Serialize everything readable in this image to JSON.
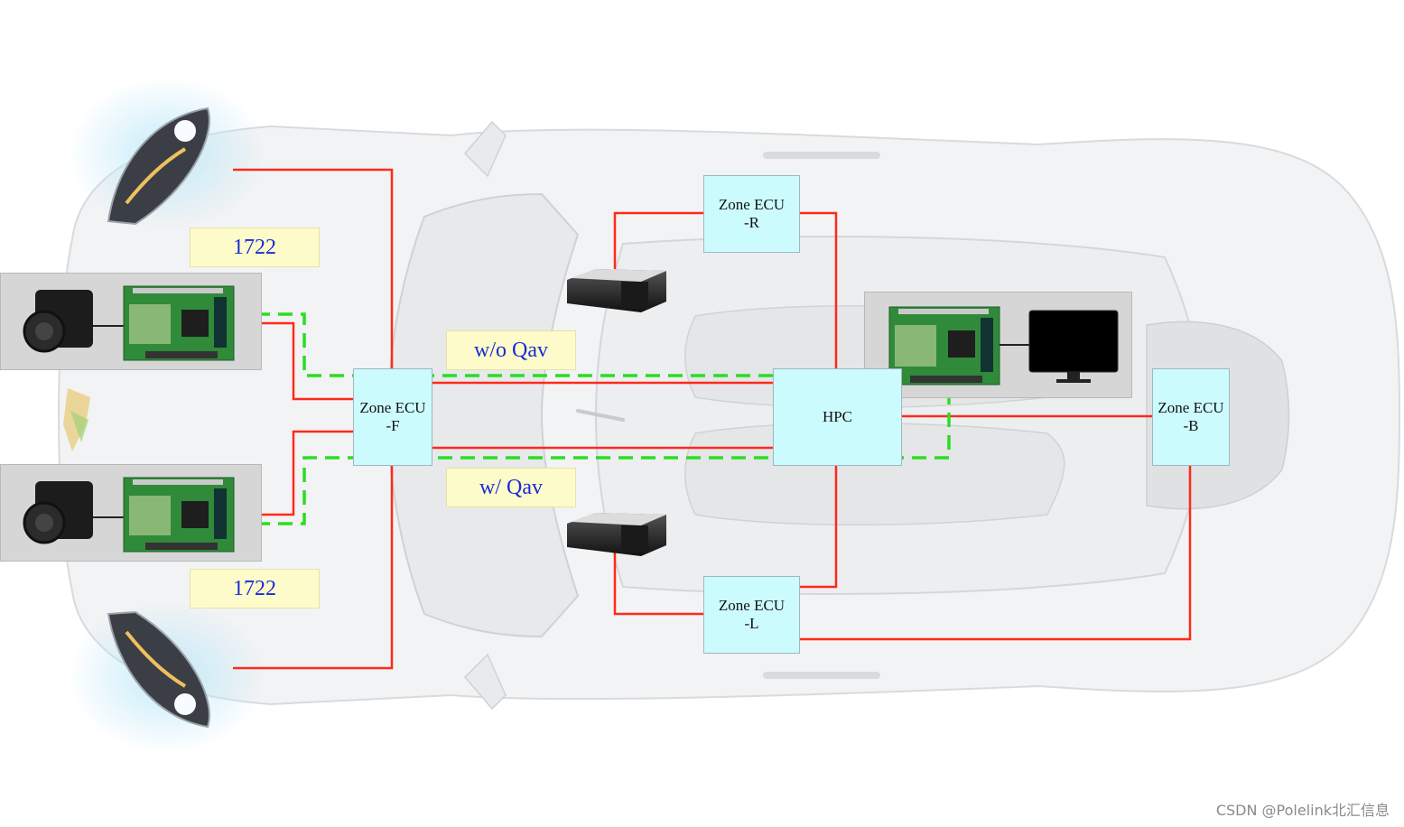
{
  "nodes": {
    "zone_f": {
      "line1": "Zone ECU",
      "line2": "-F"
    },
    "zone_r": {
      "line1": "Zone ECU",
      "line2": "-R"
    },
    "zone_l": {
      "line1": "Zone ECU",
      "line2": "-L"
    },
    "zone_b": {
      "line1": "Zone ECU",
      "line2": "-B"
    },
    "hpc": {
      "label": "HPC"
    }
  },
  "labels": {
    "protocol_top": "1722",
    "protocol_bottom": "1722",
    "without_qav": "w/o Qav",
    "with_qav": "w/ Qav"
  },
  "colors": {
    "wired_link": "#ff2a1a",
    "stream_path": "#2bdd22",
    "ecu_fill": "#ccfbfd",
    "note_fill": "#fdfbc9",
    "note_text": "#1b2bd6"
  },
  "icons": [
    "camera-icon",
    "dev-board-icon",
    "lidar-icon",
    "monitor-icon",
    "headlight-icon"
  ],
  "watermark": "CSDN @Polelink北汇信息"
}
